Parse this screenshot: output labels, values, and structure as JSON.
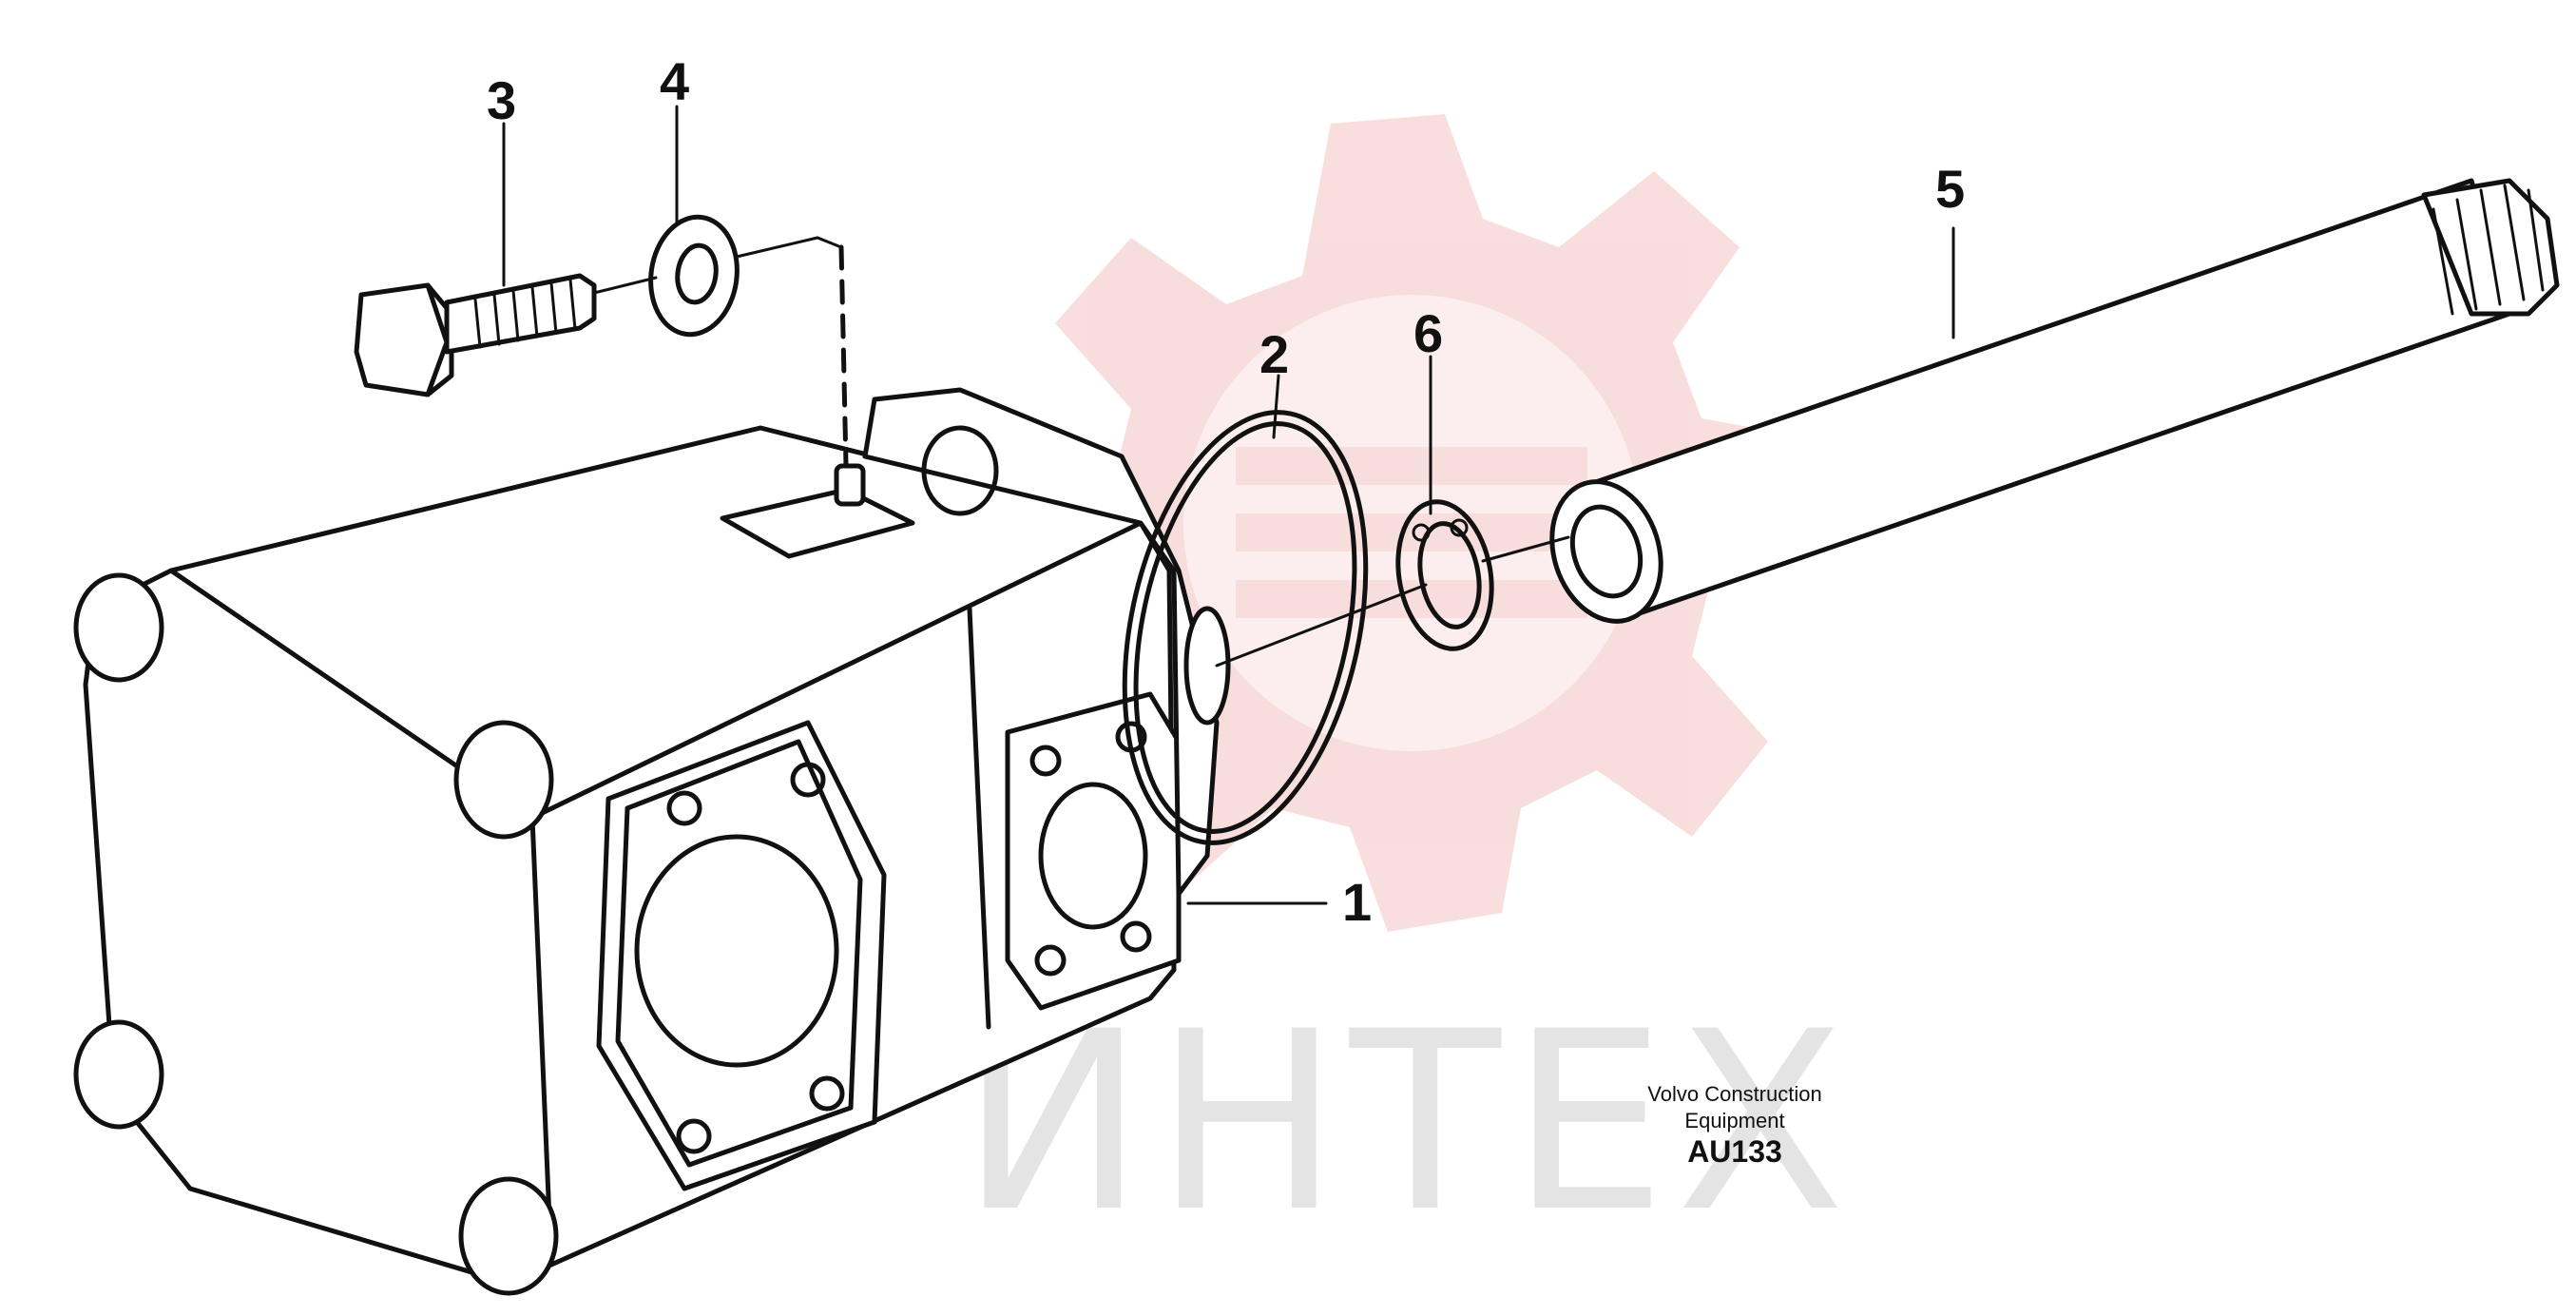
{
  "watermark": {
    "text": "ИНТЕХ",
    "gear_color": "#f4c2c2",
    "text_color": "#cfcfcf"
  },
  "callouts": [
    {
      "id": "1",
      "label": "1"
    },
    {
      "id": "2",
      "label": "2"
    },
    {
      "id": "3",
      "label": "3"
    },
    {
      "id": "4",
      "label": "4"
    },
    {
      "id": "5",
      "label": "5"
    },
    {
      "id": "6",
      "label": "6"
    }
  ],
  "caption": {
    "line1": "Volvo Construction",
    "line2": "Equipment",
    "code": "AU133"
  },
  "colors": {
    "ink": "#111111",
    "background": "#ffffff"
  }
}
